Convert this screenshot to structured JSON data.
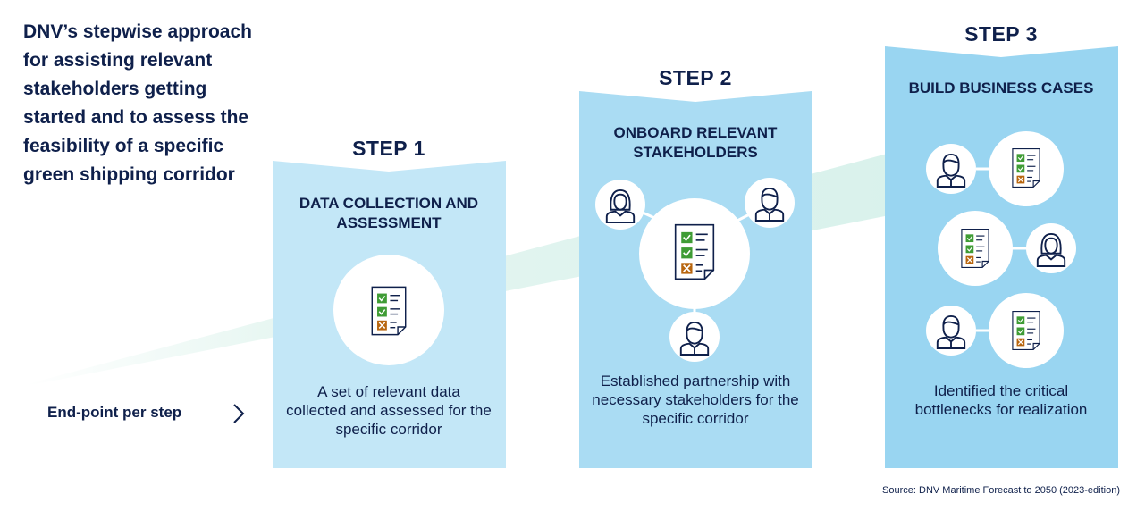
{
  "intro": {
    "text": "DNV’s stepwise approach for assisting relevant stakeholders getting started and to assess the feasibility of a specific green shipping corridor"
  },
  "endpoint": {
    "label": "End-point per step",
    "icon": "chevron-right-icon"
  },
  "steps": [
    {
      "title": "STEP 1",
      "heading": "DATA COLLECTION AND ASSESSMENT",
      "description": "A set of relevant data collected and assessed for the specific corridor",
      "panel_color": "#c3e7f7"
    },
    {
      "title": "STEP 2",
      "heading": "ONBOARD RELEVANT STAKEHOLDERS",
      "description": "Established partnership with necessary stakeholders for the specific corridor",
      "panel_color": "#aadcf3"
    },
    {
      "title": "STEP 3",
      "heading": "BUILD BUSINESS CASES",
      "description": "Identified the critical bottlenecks for realization",
      "panel_color": "#99d5f1"
    }
  ],
  "colors": {
    "navy": "#0f204b",
    "check_green": "#3f9c35",
    "cross_orange": "#b8660f",
    "ribbon": "#e6f6f1"
  },
  "source": "Source: DNV Maritime Forecast to 2050 (2023-edition)"
}
